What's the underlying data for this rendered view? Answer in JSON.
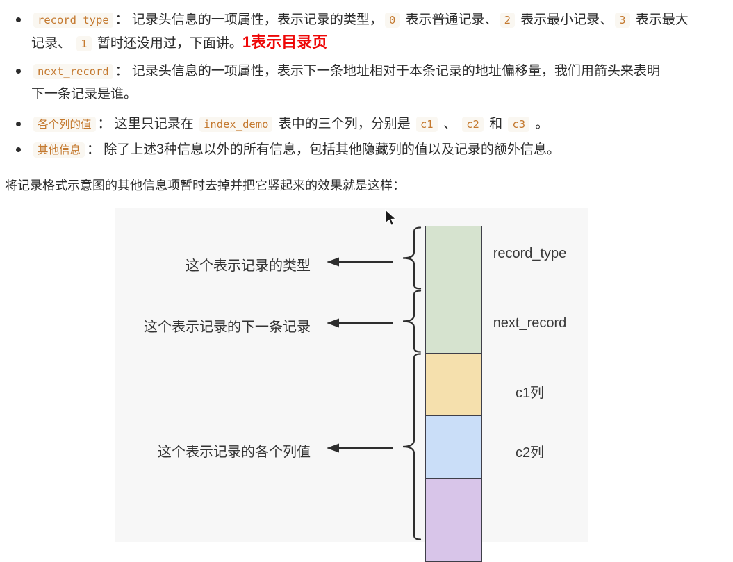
{
  "content": {
    "bullets": [
      {
        "lines": [
          [
            {
              "type": "code",
              "text": "record_type"
            },
            {
              "type": "text",
              "text": "： 记录头信息的一项属性，表示记录的类型，"
            },
            {
              "type": "code",
              "text": "0"
            },
            {
              "type": "text",
              "text": " 表示普通记录、"
            },
            {
              "type": "code",
              "text": "2"
            },
            {
              "type": "text",
              "text": " 表示最小记录、"
            },
            {
              "type": "code",
              "text": "3"
            },
            {
              "type": "text",
              "text": " 表示最大"
            }
          ],
          [
            {
              "type": "text",
              "text": "记录、 "
            },
            {
              "type": "code",
              "text": "1"
            },
            {
              "type": "text",
              "text": " 暂时还没用过，下面讲。"
            },
            {
              "type": "red",
              "text": "1表示目录页"
            }
          ]
        ]
      },
      {
        "lines": [
          [
            {
              "type": "code",
              "text": "next_record"
            },
            {
              "type": "text",
              "text": "： 记录头信息的一项属性，表示下一条地址相对于本条记录的地址偏移量，我们用箭头来表明"
            }
          ],
          [
            {
              "type": "text",
              "text": "下一条记录是谁。"
            }
          ]
        ]
      },
      {
        "lines": [
          [
            {
              "type": "code",
              "text": "各个列的值"
            },
            {
              "type": "text",
              "text": "： 这里只记录在 "
            },
            {
              "type": "code",
              "text": "index_demo"
            },
            {
              "type": "text",
              "text": " 表中的三个列，分别是 "
            },
            {
              "type": "code",
              "text": "c1"
            },
            {
              "type": "text",
              "text": " 、 "
            },
            {
              "type": "code",
              "text": "c2"
            },
            {
              "type": "text",
              "text": " 和 "
            },
            {
              "type": "code",
              "text": "c3"
            },
            {
              "type": "text",
              "text": " 。"
            }
          ]
        ]
      },
      {
        "lines": [
          [
            {
              "type": "code",
              "text": "其他信息"
            },
            {
              "type": "text",
              "text": "： 除了上述3种信息以外的所有信息，包括其他隐藏列的值以及记录的额外信息。"
            }
          ]
        ]
      }
    ],
    "paragraph": "将记录格式示意图的其他信息项暂时去掉并把它竖起来的效果就是这样："
  },
  "diagram": {
    "boxes": [
      {
        "label": "record_type",
        "fill": "#d6e3cf"
      },
      {
        "label": "next_record",
        "fill": "#d6e3cf"
      },
      {
        "label": "c1列",
        "fill": "#f5e0ad"
      },
      {
        "label": "c2列",
        "fill": "#cadef8"
      },
      {
        "label": "",
        "fill": "#d8c5e9"
      }
    ],
    "annotations": [
      "这个表示记录的类型",
      "这个表示记录的下一条记录",
      "这个表示记录的各个列值"
    ],
    "colors": {
      "panel_bg": "#f7f7f7",
      "box_border": "#3f3f49",
      "arrow": "#2e2e2e",
      "code_accent": "#c4792f",
      "red_note": "#ee0707"
    }
  }
}
